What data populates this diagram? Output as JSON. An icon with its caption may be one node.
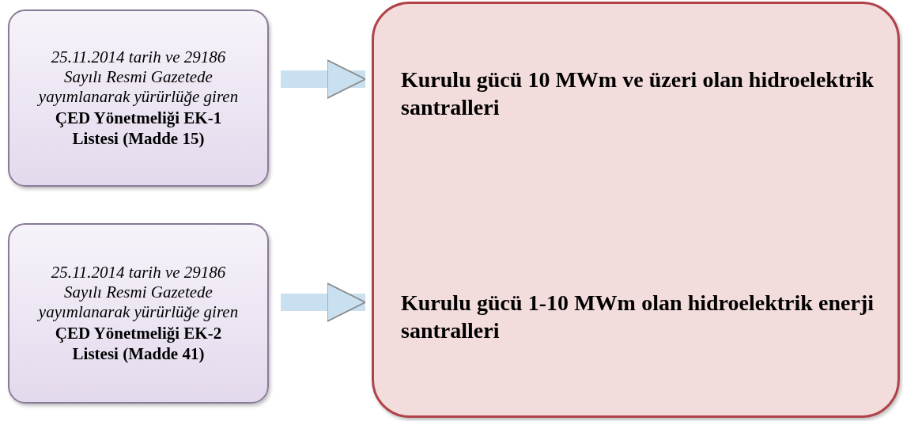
{
  "diagram": {
    "nodes": [
      {
        "text": [
          "25.11.2014 tarih ve 29186 Sayılı Resmi Gazetede yayımlanarak yürürlüğe giren",
          "ÇED Yönetmeliği EK-1 Listesi (Madde 15)"
        ]
      },
      {
        "text": [
          "25.11.2014 tarih ve 29186 Sayılı Resmi Gazetede yayımlanarak yürürlüğe giren",
          "ÇED Yönetmeliği EK-2 Listesi (Madde 41)"
        ]
      },
      {
        "text": [
          "Kurulu gücü 10 MWm ve üzeri olan hidroelektrik santralleri",
          "Kurulu gücü 1-10 MWm olan hidroelektrik enerji santralleri"
        ]
      }
    ],
    "edges": [
      {
        "from": 0,
        "to": 2,
        "arrow": "to"
      },
      {
        "from": 1,
        "to": 2,
        "arrow": "to"
      }
    ]
  }
}
